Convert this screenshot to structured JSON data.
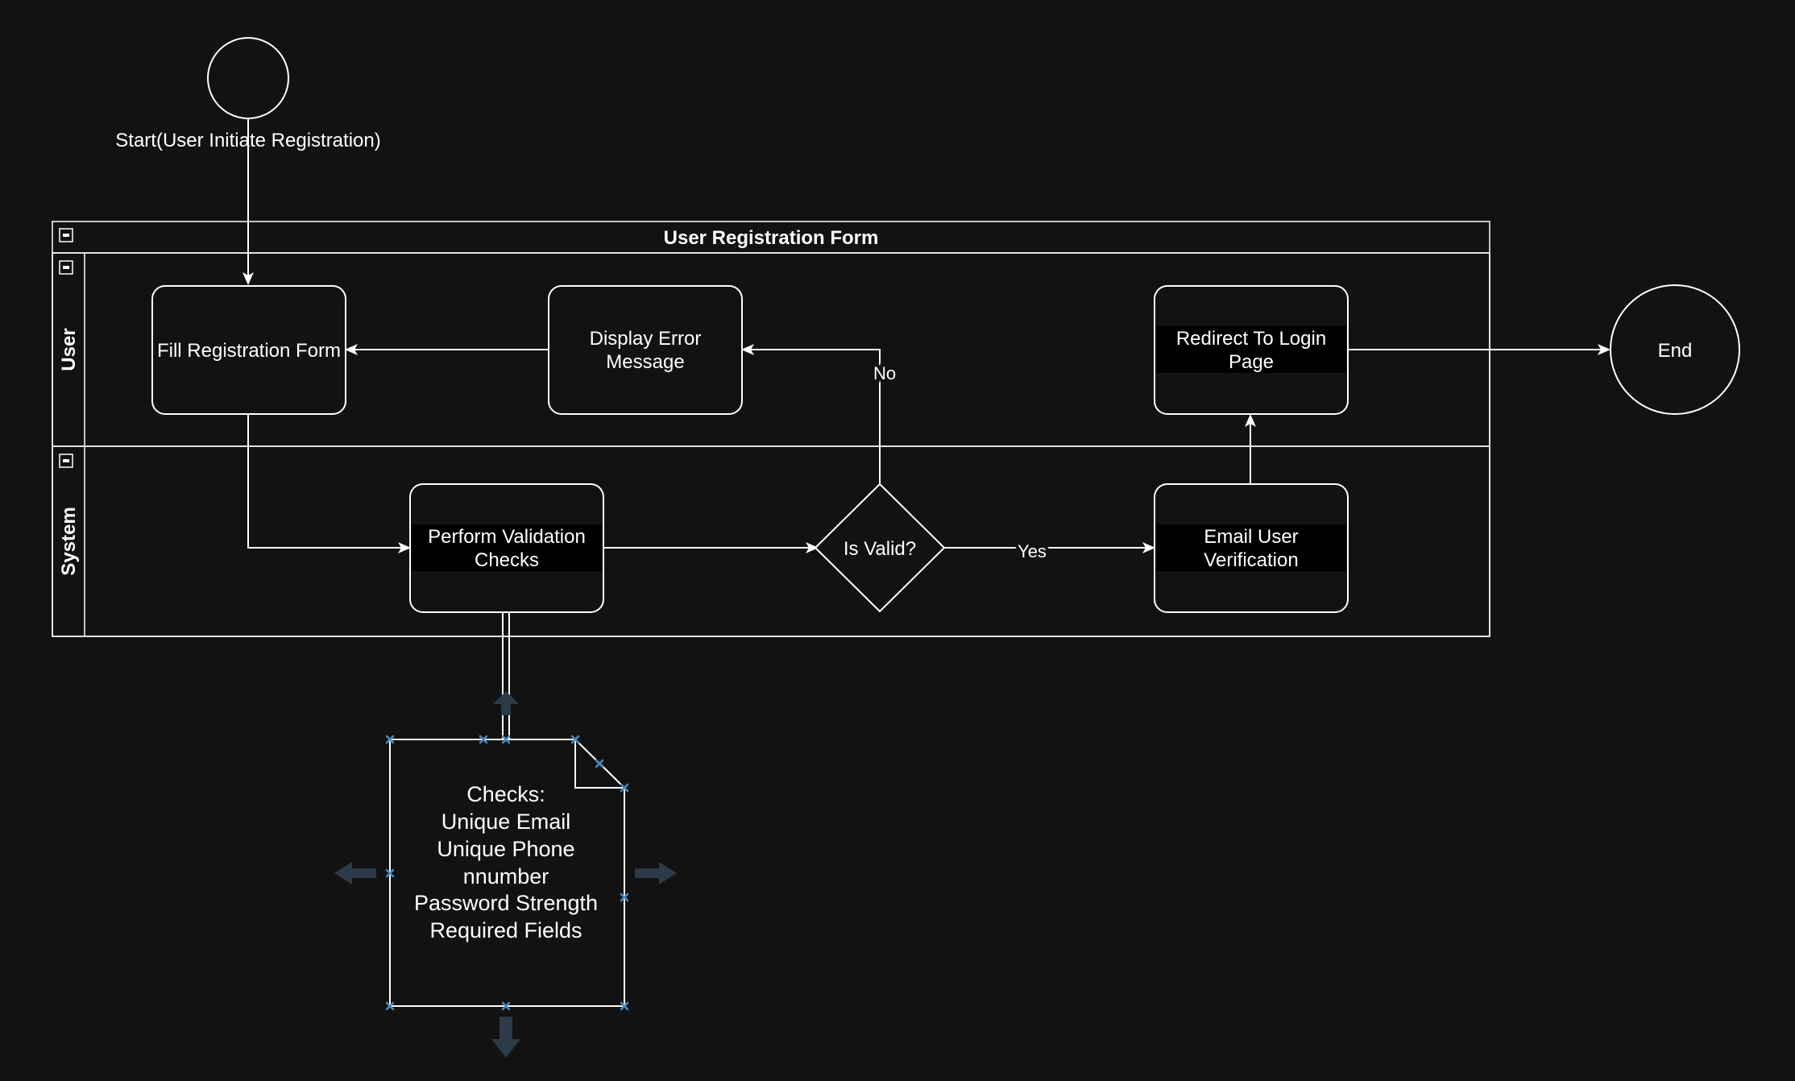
{
  "diagram": {
    "start": {
      "label": "Start(User Initiate Registration)"
    },
    "pool": {
      "title": "User Registration Form",
      "lanes": [
        {
          "label": "User"
        },
        {
          "label": "System"
        }
      ]
    },
    "nodes": {
      "fill_form": {
        "label": "Fill Registration Form"
      },
      "display_error": {
        "lines": [
          "Display Error",
          "Message"
        ]
      },
      "redirect_login": {
        "lines": [
          "Redirect To Login",
          "Page"
        ]
      },
      "validation": {
        "lines": [
          "Perform Validation",
          "Checks"
        ]
      },
      "is_valid": {
        "label": "Is Valid?"
      },
      "email_verification": {
        "lines": [
          "Email User",
          "Verification"
        ]
      },
      "end": {
        "label": "End"
      }
    },
    "edge_labels": {
      "no": "No",
      "yes": "Yes"
    },
    "note": {
      "lines": [
        "Checks:",
        "Unique Email",
        "Unique Phone",
        "nnumber",
        "Password Strength",
        "Required Fields"
      ]
    },
    "colors": {
      "background": "#121212",
      "stroke": "#ffffff",
      "text": "#ffffff",
      "label_band": "#000000",
      "selection_handle": "#4a8bc2",
      "hover_arrow": "#2d3a47"
    }
  }
}
